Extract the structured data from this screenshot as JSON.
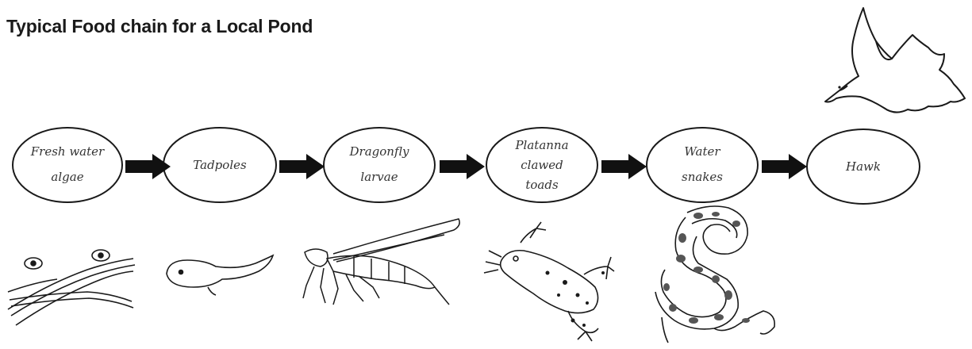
{
  "diagram": {
    "title": "Typical Food chain for a Local Pond",
    "nodes": [
      {
        "id": "algae",
        "lines": [
          "Fresh water",
          "algae"
        ],
        "illustration": "algae-strands-with-eyes"
      },
      {
        "id": "tadpoles",
        "lines": [
          "Tadpoles"
        ],
        "illustration": "tadpole"
      },
      {
        "id": "dragonfly",
        "lines": [
          "Dragonfly",
          "larvae"
        ],
        "illustration": "dragonfly-larva"
      },
      {
        "id": "toads",
        "lines": [
          "Platanna",
          "clawed",
          "toads"
        ],
        "illustration": "clawed-toad"
      },
      {
        "id": "snakes",
        "lines": [
          "Water",
          "snakes"
        ],
        "illustration": "coiled-water-snake"
      },
      {
        "id": "hawk",
        "lines": [
          "Hawk"
        ],
        "illustration": "flying-hawk"
      }
    ],
    "edges": [
      {
        "from": "algae",
        "to": "tadpoles"
      },
      {
        "from": "tadpoles",
        "to": "dragonfly"
      },
      {
        "from": "dragonfly",
        "to": "toads"
      },
      {
        "from": "toads",
        "to": "snakes"
      },
      {
        "from": "snakes",
        "to": "hawk"
      }
    ],
    "colors": {
      "stroke": "#1a1a1a",
      "arrow": "#111111",
      "text": "#333333"
    }
  }
}
